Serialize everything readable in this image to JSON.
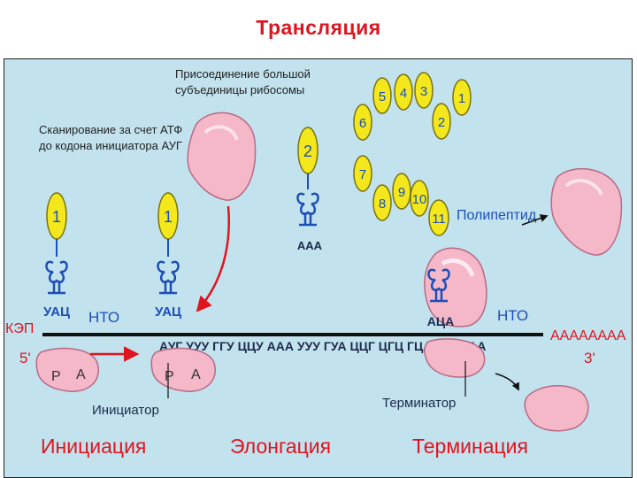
{
  "title": "Трансляция",
  "colors": {
    "title": "#e0141e",
    "background": "#c2e2ee",
    "ribosome": "#f4b8c8",
    "amino_acid": "#f4e81c",
    "trna": "#1c4fb8",
    "label_red": "#e0141e",
    "label_blue": "#1c4fb8"
  },
  "captions": {
    "attach_large_subunit": [
      "Присоединение большой",
      "субъединицы рибосомы"
    ],
    "scanning": [
      "Сканирование за счет АТФ",
      "до кодона инициатора АУГ"
    ],
    "polypeptide": "Полипептид",
    "initiator": "Инициатор",
    "terminator": "Терминатор"
  },
  "mrna": {
    "cap": "КЭП",
    "five_prime": "5'",
    "three_prime": "3'",
    "utr_left": "НТО",
    "utr_right": "НТО",
    "poly_a": "AAAAAAAA",
    "codons": "АУГ УУУ ГГУ ЦЦУ ААА УУУ ГУА ЦЦГ ЦГЦ ГЦА УГУ УАА"
  },
  "trnas": [
    {
      "anticodon": "УАЦ",
      "amino_acid": "1"
    },
    {
      "anticodon": "УАЦ",
      "amino_acid": "1"
    },
    {
      "anticodon": "ААА",
      "amino_acid": "2"
    },
    {
      "anticodon": "АЦА",
      "amino_acid": "11"
    }
  ],
  "ribosome_sites": {
    "p": "Р",
    "a": "А"
  },
  "polypeptide_chain": [
    "1",
    "2",
    "3",
    "4",
    "5",
    "6",
    "7",
    "8",
    "9",
    "10",
    "11"
  ],
  "stages": {
    "initiation": "Инициация",
    "elongation": "Элонгация",
    "termination": "Терминация"
  }
}
